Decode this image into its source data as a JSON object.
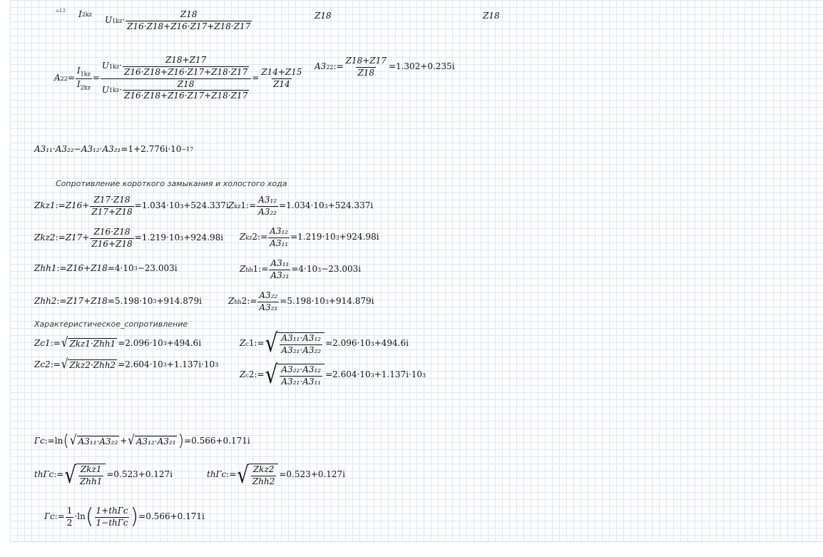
{
  "top": {
    "a_i2kz": "I",
    "a_i2kz_sub": "2kz",
    "a_u1kz": "U",
    "a_u1kz_sub": "1kz",
    "a_num": "Z18",
    "a_den": "Z16·Z18+Z16·Z17+Z18·Z17",
    "b_z18": "Z18",
    "c_z18": "Z18"
  },
  "a22": {
    "lhs": "A",
    "lhs_sub": "22",
    "i1": "I",
    "i1_sub": "1kz",
    "i2": "I",
    "i2_sub": "2kz",
    "u_top": "U",
    "u_top_sub": "1kz",
    "top_num": "Z18+Z17",
    "top_den": "Z16·Z18+Z16·Z17+Z18·Z17",
    "u_bot": "U",
    "u_bot_sub": "1kz",
    "bot_num": "Z18",
    "bot_den": "Z16·Z18+Z16·Z17+Z18·Z17",
    "res_num": "Z14+Z15",
    "res_den": "Z14"
  },
  "a3_22": {
    "lhs": "A3",
    "lhs_sub": "22",
    "num": "Z18+Z17",
    "den": "Z18",
    "result": "1.302+0.235i"
  },
  "det": {
    "expr": "A3₁₁·A3₂₂−A3₁₂·A3₂₁",
    "result": "1+2.776i·10",
    "exp": "−17"
  },
  "heading1": "Сопротивление короткого замыкания и  холостого хода",
  "zkz1": {
    "lhs": "Zkz1",
    "lead": "Z16+",
    "num": "Z17·Z18",
    "den": "Z17+Z18",
    "result": "1.034·10",
    "exp": "3",
    "tail": "+524.337i"
  },
  "zkz1b": {
    "lhs": "Z",
    "lhs_sub": "kz",
    "lhs_end": "1",
    "num": "A3₁₂",
    "den": "A3₂₂",
    "result": "1.034·10",
    "exp": "3",
    "tail": "+524.337i"
  },
  "zkz2": {
    "lhs": "Zkz2",
    "lead": "Z17+",
    "num": "Z16·Z18",
    "den": "Z16+Z18",
    "result": "1.219·10",
    "exp": "3",
    "tail": "+924.98i"
  },
  "zkz2b": {
    "lhs": "Z",
    "lhs_sub": "kz",
    "lhs_end": "2",
    "num": "A3₁₂",
    "den": "A3₁₁",
    "result": "1.219·10",
    "exp": "3",
    "tail": "+924.98i"
  },
  "zhh1": {
    "lhs": "Zhh1",
    "expr": "Z16+Z18",
    "result": "4·10",
    "exp": "3",
    "tail": "−23.003i"
  },
  "zhh1b": {
    "lhs": "Z",
    "lhs_sub": "hh",
    "lhs_end": "1",
    "num": "A3₁₁",
    "den": "A3₂₁",
    "result": "4·10",
    "exp": "3",
    "tail": "−23.003i"
  },
  "zhh2": {
    "lhs": "Zhh2",
    "expr": "Z17+Z18",
    "result": "5.198·10",
    "exp": "3",
    "tail": "+914.879i"
  },
  "zhh2b": {
    "lhs": "Z",
    "lhs_sub": "hh",
    "lhs_end": "2",
    "num": "A3₂₂",
    "den": "A3₂₁",
    "result": "5.198·10",
    "exp": "3",
    "tail": "+914.879i"
  },
  "heading2": "Характеристическое_сопротивление",
  "zc1": {
    "lhs": "Zc1",
    "under": "Zkz1·Zhh1",
    "result": "2.096·10",
    "exp": "3",
    "tail": "+494.6i"
  },
  "zc1b": {
    "lhs": "Z",
    "lhs_sub": "c",
    "lhs_end": "1",
    "num": "A3₁₁·A3₁₂",
    "den": "A3₂₁·A3₂₂",
    "result": "2.096·10",
    "exp": "3",
    "tail": "+494.6i"
  },
  "zc2": {
    "lhs": "Zc2",
    "under": "Zkz2·Zhh2",
    "result": "2.604·10",
    "exp": "3",
    "tail": "+1.137i·10",
    "exp2": "3"
  },
  "zc2b": {
    "lhs": "Z",
    "lhs_sub": "c",
    "lhs_end": "2",
    "num": "A3₂₂·A3₁₂",
    "den": "A3₂₁·A3₁₁",
    "result": "2.604·10",
    "exp": "3",
    "tail": "+1.137i·10",
    "exp2": "3"
  },
  "gc1": {
    "lhs": "Гc",
    "ln": "ln",
    "s1": "A3₁₁·A3₂₂",
    "s2": "A3₁₂·A3₂₁",
    "result": "0.566+0.171i"
  },
  "thgc1": {
    "lhs": "thГc",
    "num": "Zkz1",
    "den": "Zhh1",
    "result": "0.523+0.127i"
  },
  "thgc2": {
    "lhs": "thГc",
    "num": "Zkz2",
    "den": "Zhh2",
    "result": "0.523+0.127i"
  },
  "gc2": {
    "lhs": "Гc",
    "half_num": "1",
    "half_den": "2",
    "ln": "ln",
    "num": "1+thГc",
    "den": "1−thГc",
    "result": "0.566+0.171i"
  }
}
